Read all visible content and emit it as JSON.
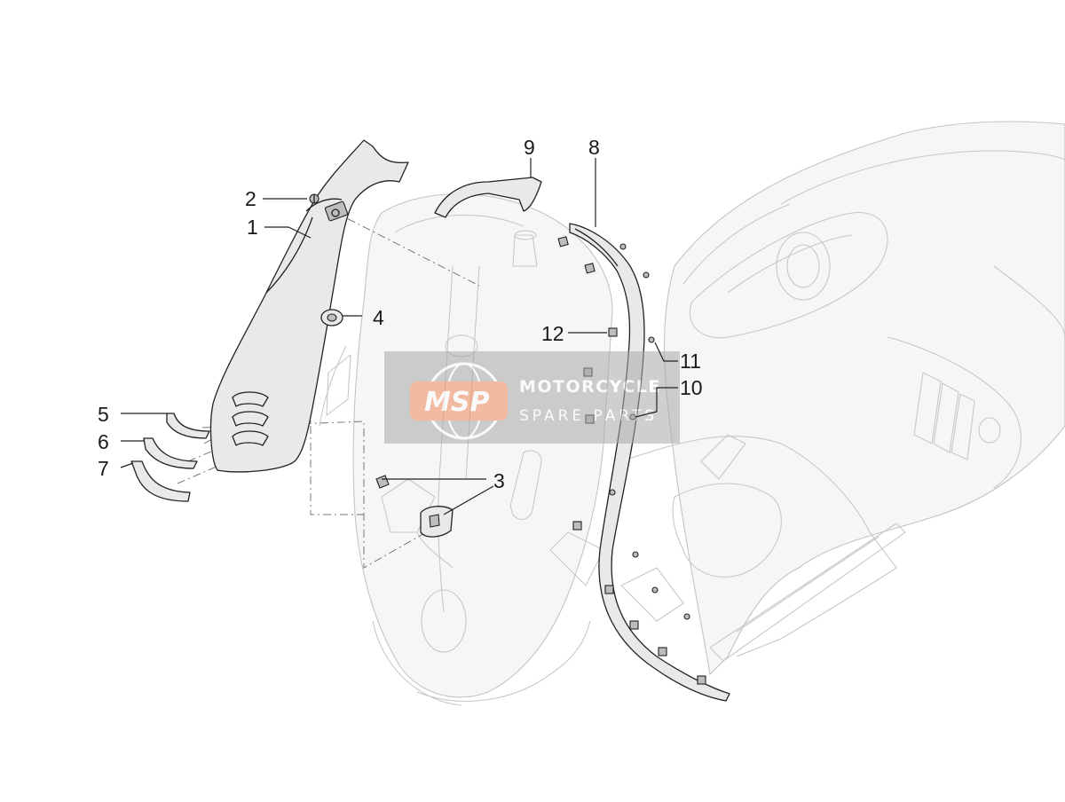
{
  "callouts": {
    "c1": "1",
    "c2": "2",
    "c3": "3",
    "c4": "4",
    "c5": "5",
    "c6": "6",
    "c7": "7",
    "c8": "8",
    "c9": "9",
    "c10": "10",
    "c11": "11",
    "c12": "12"
  },
  "watermark": {
    "logo": "MSP",
    "line1": "MOTORCYCLE",
    "line2": "SPARE PARTS",
    "color": "#f08a5d"
  }
}
